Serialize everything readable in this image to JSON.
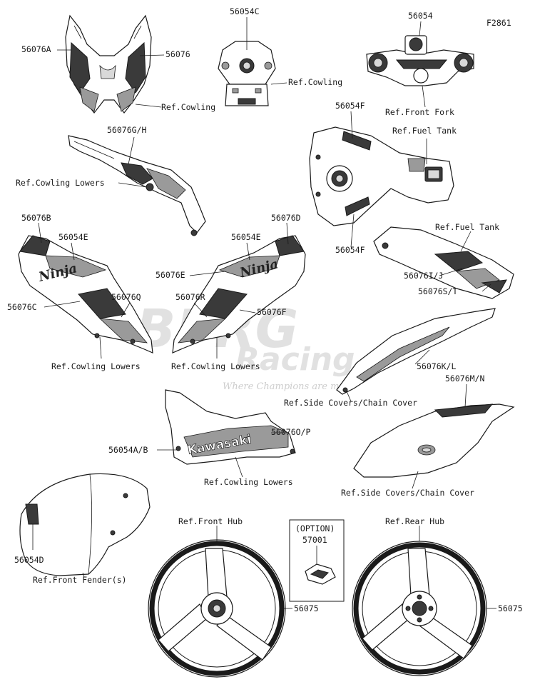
{
  "figure_code": "F2861",
  "watermark": {
    "brand_top": "BPRG",
    "brand_bottom": "Racing",
    "tagline": "Where Champions are m"
  },
  "decals": {
    "ninja": "Ninja",
    "kawasaki": "Kawasaki"
  },
  "labels": {
    "p56076A": "56076A",
    "p56076": "56076",
    "ref_cowling_1": "Ref.Cowling",
    "p56054C": "56054C",
    "ref_cowling_2": "Ref.Cowling",
    "p56054": "56054",
    "ref_front_fork": "Ref.Front Fork",
    "p56076GH": "56076G/H",
    "ref_cowling_lowers_1": "Ref.Cowling Lowers",
    "p56054F_top": "56054F",
    "ref_fuel_tank_1": "Ref.Fuel Tank",
    "p56054F_bottom": "56054F",
    "ref_fuel_tank_2": "Ref.Fuel Tank",
    "p56076IJ": "56076I/J",
    "p56076ST": "56076S/T",
    "p56076B": "56076B",
    "p56054E_left": "56054E",
    "p56076C": "56076C",
    "p56076Q": "56076Q",
    "ref_cowling_lowers_2": "Ref.Cowling Lowers",
    "p56054E_right": "56054E",
    "p56076D": "56076D",
    "p56076E": "56076E",
    "p56076R": "56076R",
    "p56076F": "56076F",
    "ref_cowling_lowers_3": "Ref.Cowling Lowers",
    "p56076KL": "56076K/L",
    "ref_side_covers_1": "Ref.Side Covers/Chain Cover",
    "p56076MN": "56076M/N",
    "p56076OP": "56076O/P",
    "p56054AB": "56054A/B",
    "ref_cowling_lowers_4": "Ref.Cowling Lowers",
    "ref_side_covers_2": "Ref.Side Covers/Chain Cover",
    "p56054D": "56054D",
    "ref_front_fender": "Ref.Front Fender(s)",
    "ref_front_hub": "Ref.Front Hub",
    "option": "(OPTION)",
    "p57001": "57001",
    "ref_rear_hub": "Ref.Rear Hub",
    "p56075_left": "56075",
    "p56075_right": "56075"
  }
}
